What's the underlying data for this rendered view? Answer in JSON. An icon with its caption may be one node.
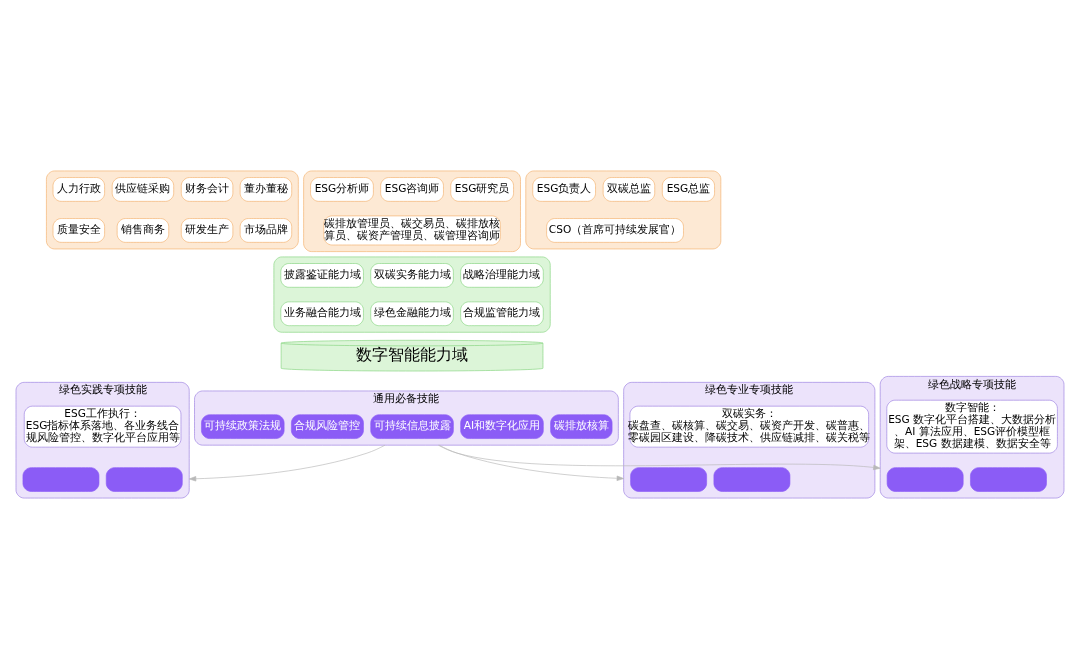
{
  "diagram": {
    "nodes": [
      {
        "text": [],
        "shape": "box"
      },
      {
        "text": [
          "董办董秘"
        ],
        "in": 0
      },
      {
        "text": [
          "财务会计"
        ],
        "in": 0
      },
      {
        "text": [
          "供应链采购"
        ],
        "in": 0
      },
      {
        "text": [
          "人力行政"
        ],
        "in": 0
      },
      {
        "text": [
          "市场品牌"
        ],
        "in": 0
      },
      {
        "text": [
          "研发生产"
        ],
        "in": 0
      },
      {
        "text": [
          "销售商务"
        ],
        "in": 0
      },
      {
        "text": [
          "质量安全"
        ],
        "in": 0
      },
      {
        "text": [],
        "shape": "box"
      },
      {
        "text": [
          "ESG分析师"
        ],
        "in": 9
      },
      {
        "text": [
          "ESG研究员"
        ],
        "in": 9
      },
      {
        "text": [
          "ESG咨询师"
        ],
        "in": 9
      },
      {
        "text": [
          "碳排放管理员、碳交易员、碳排放核算员、碳资产管理员、碳管理咨询师"
        ],
        "in": 9
      },
      {
        "text": [],
        "shape": "box"
      },
      {
        "text": [
          "ESG负责人"
        ],
        "in": 14
      },
      {
        "text": [
          "ESG总监"
        ],
        "in": 14
      },
      {
        "text": [
          "双碳总监"
        ],
        "in": 14
      },
      {
        "text": [
          "CSO（首席可持续发展官）"
        ],
        "in": 14
      },
      {
        "text": [],
        "shape": "box"
      },
      {
        "text": [
          "披露鉴证能力域"
        ],
        "in": 19
      },
      {
        "text": [
          "双碳实务能力域"
        ],
        "in": 19
      },
      {
        "text": [
          "战略治理能力域"
        ],
        "in": 19
      },
      {
        "text": [
          "业务融合能力域"
        ],
        "in": 19
      },
      {
        "text": [
          "绿色金融能力域"
        ],
        "in": 19
      },
      {
        "text": [
          "合规监管能力域"
        ],
        "in": 19
      },
      {
        "text": [
          "数字智能能力域"
        ]
      },
      {
        "text": [
          "通用必备技能"
        ]
      },
      {
        "text": [
          "碳排放核算"
        ],
        "in": 27
      },
      {
        "text": [
          "AI和数字化应用"
        ],
        "in": 27
      },
      {
        "text": [
          "可持续信息披露"
        ],
        "in": 27
      },
      {
        "text": [
          "合规风险管控"
        ],
        "in": 27
      },
      {
        "text": [
          "可持续政策法规"
        ],
        "in": 27
      },
      {
        "text": [
          "绿色实践专项技能"
        ]
      },
      {
        "text": [
          "ESG工作执行：",
          "ESG指标体系落地、各业务线合规风险管控、数字化平台应用等"
        ],
        "in": 33
      },
      {
        "text": [],
        "shape": "box",
        "in": 33
      },
      {
        "text": [],
        "shape": "box",
        "in": 33
      },
      {
        "text": [
          "绿色专业专项技能"
        ]
      },
      {
        "text": [
          "双碳实务：",
          "碳盘查、碳核算、碳交易、碳资产开发、碳普惠、零碳园区建设、降碳技术、供应链减排、碳关税等"
        ],
        "in": 37
      },
      {
        "text": [],
        "shape": "box",
        "in": 37
      },
      {
        "text": [],
        "shape": "box",
        "in": 37
      },
      {
        "text": [
          "绿色战略专项技能"
        ]
      },
      {
        "text": [
          "数字智能：",
          "ESG 数字化平台搭建、大数据分析、AI 算法应用、ESG评价模型框架、ESG 数据建模、数据安全等"
        ],
        "in": 41
      },
      {
        "text": [],
        "shape": "box",
        "in": 41
      },
      {
        "text": [],
        "shape": "box",
        "in": 41
      }
    ],
    "edges": [
      {
        "from": 27,
        "to": 33,
        "arrow": "to"
      },
      {
        "from": 27,
        "to": 37,
        "arrow": "to"
      },
      {
        "from": 27,
        "to": 41,
        "arrow": "to"
      }
    ]
  }
}
